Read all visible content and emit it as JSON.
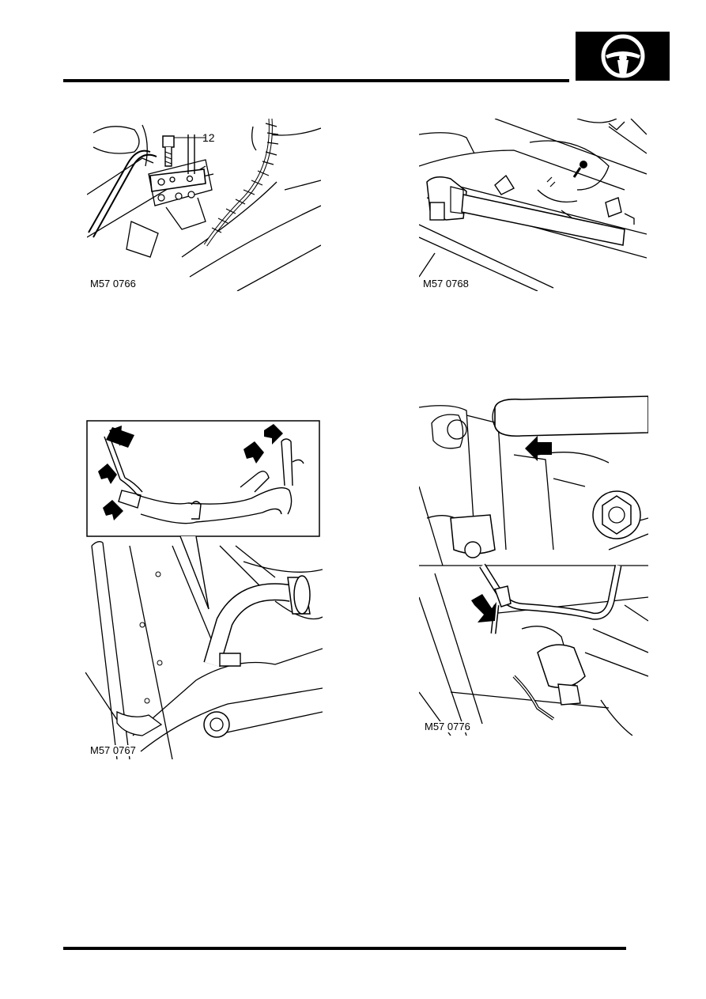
{
  "figures": {
    "fig1": {
      "label": "M57 0766",
      "callout": "12"
    },
    "fig2": {
      "label": "M57 0768"
    },
    "fig3": {
      "label": "M57 0767"
    },
    "fig4": {
      "label": "M57 0776"
    }
  },
  "header": {
    "section_icon": "steering-wheel-icon"
  },
  "colors": {
    "ink": "#000000",
    "paper": "#ffffff"
  }
}
